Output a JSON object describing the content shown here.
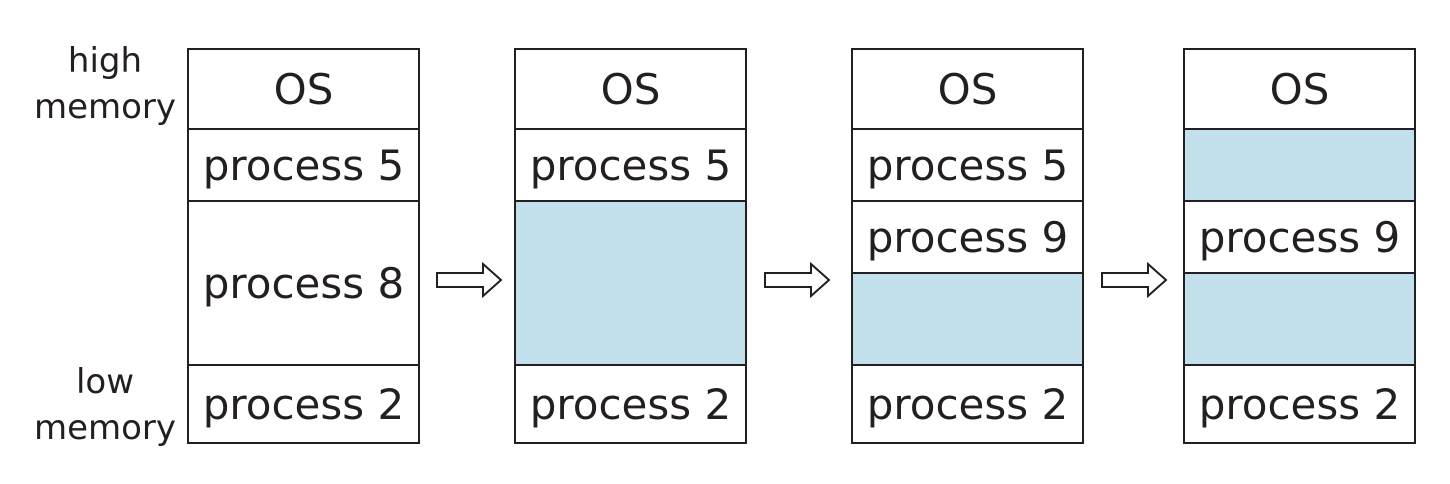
{
  "labels": {
    "high_line1": "high",
    "high_line2": "memory",
    "low_line1": "low",
    "low_line2": "memory"
  },
  "hole_color": "#c2e0ec",
  "columns": [
    {
      "segments": [
        {
          "label": "OS",
          "hole": false
        },
        {
          "label": "process 5",
          "hole": false
        },
        {
          "label": "process 8",
          "hole": false
        },
        {
          "label": "process 2",
          "hole": false
        }
      ]
    },
    {
      "segments": [
        {
          "label": "OS",
          "hole": false
        },
        {
          "label": "process 5",
          "hole": false
        },
        {
          "label": "",
          "hole": true
        },
        {
          "label": "process 2",
          "hole": false
        }
      ]
    },
    {
      "segments": [
        {
          "label": "OS",
          "hole": false
        },
        {
          "label": "process 5",
          "hole": false
        },
        {
          "label": "process 9",
          "hole": false
        },
        {
          "label": "",
          "hole": true
        },
        {
          "label": "process 2",
          "hole": false
        }
      ]
    },
    {
      "segments": [
        {
          "label": "OS",
          "hole": false
        },
        {
          "label": "",
          "hole": true
        },
        {
          "label": "process 9",
          "hole": false
        },
        {
          "label": "",
          "hole": true
        },
        {
          "label": "process 2",
          "hole": false
        }
      ]
    }
  ]
}
